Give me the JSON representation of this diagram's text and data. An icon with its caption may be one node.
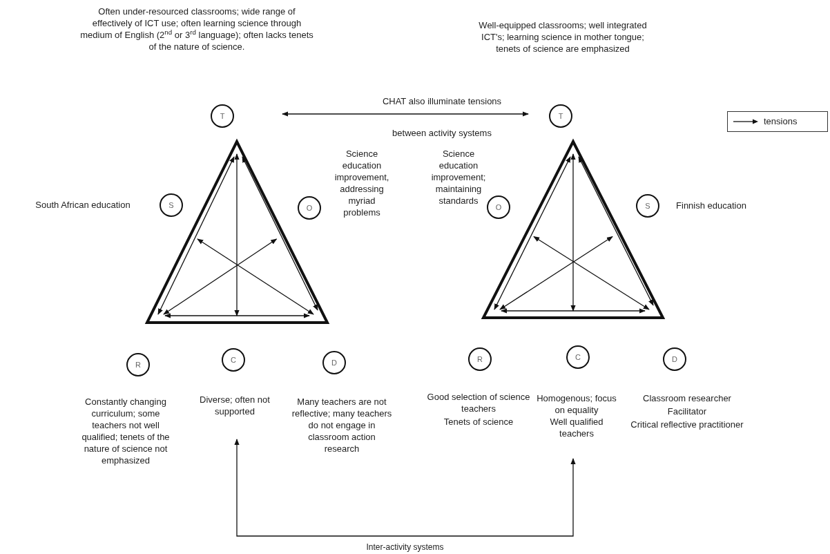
{
  "diagram": {
    "nodes": [
      {
        "text": [
          "T"
        ]
      },
      {
        "text": [
          "T"
        ]
      },
      {
        "text": [
          "S"
        ],
        "beside": [
          "South African education"
        ]
      },
      {
        "text": [
          "O"
        ],
        "beside": [
          "Science education improvement, addressing myriad problems"
        ]
      },
      {
        "text": [
          "O"
        ],
        "beside": [
          "Science education improvement; maintaining standards"
        ]
      },
      {
        "text": [
          "S"
        ],
        "beside": [
          "Finnish education"
        ]
      },
      {
        "text": [
          "R"
        ],
        "beside": [
          "Constantly changing curriculum; some teachers not well qualified; tenets of the nature of science not emphasized"
        ]
      },
      {
        "text": [
          "C"
        ]
      },
      {
        "text": [
          "D"
        ],
        "beside": [
          "Many teachers are not reflective; many teachers do not engage in classroom action research"
        ]
      },
      {
        "text": [
          "R"
        ],
        "beside": [
          "Good selection of science teachers",
          "Tenets of science"
        ]
      },
      {
        "text": [
          "C"
        ]
      },
      {
        "text": [
          "D"
        ],
        "beside": [
          "Classroom researcher",
          "Facilitator",
          "Critical reflective practitioner"
        ]
      },
      {
        "text": [
          "Diverse; often not supported"
        ]
      },
      {
        "text": [
          "Homogenous; focus on equality",
          "Well qualified teachers"
        ]
      }
    ],
    "edges": [
      {
        "from": 0,
        "to": 1,
        "arrow": "both"
      },
      {
        "from": 12,
        "to": 13,
        "arrow": "both",
        "label": "Inter-activity systems"
      }
    ],
    "labels": [
      "Often under-resourced classrooms; wide range of effectively of ICT use; often learning science through medium of English (2$^{nd}$ or 3$^{rd}$ language); often lacks tenets of the nature of science.",
      "Well-equipped classrooms; well integrated ICT's; learning science in mother tongue; tenets of science are emphasized",
      "CHAT also illuminate tensions",
      "between activity systems"
    ],
    "legend": [
      {
        "text": "tensions"
      }
    ]
  }
}
